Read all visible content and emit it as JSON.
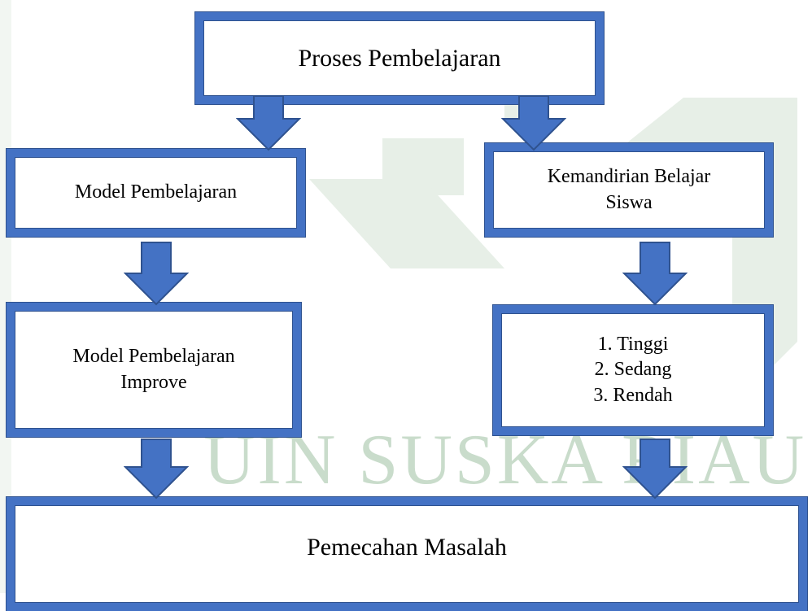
{
  "diagram": {
    "top": "Proses Pembelajaran",
    "left_mid": "Model Pembelajaran",
    "right_mid": [
      "Kemandirian Belajar",
      "Siswa"
    ],
    "left_low": [
      "Model Pembelajaran",
      "Improve"
    ],
    "right_low": [
      "1. Tinggi",
      "2. Sedang",
      "3. Rendah"
    ],
    "bottom": "Pemecahan Masalah"
  },
  "watermark": {
    "text": "UIN SUSKA RIAU"
  },
  "colors": {
    "box_border": "#4472c4",
    "box_outline": "#2f528f",
    "arrow_fill": "#4472c4",
    "watermark": "#c9dccb"
  }
}
